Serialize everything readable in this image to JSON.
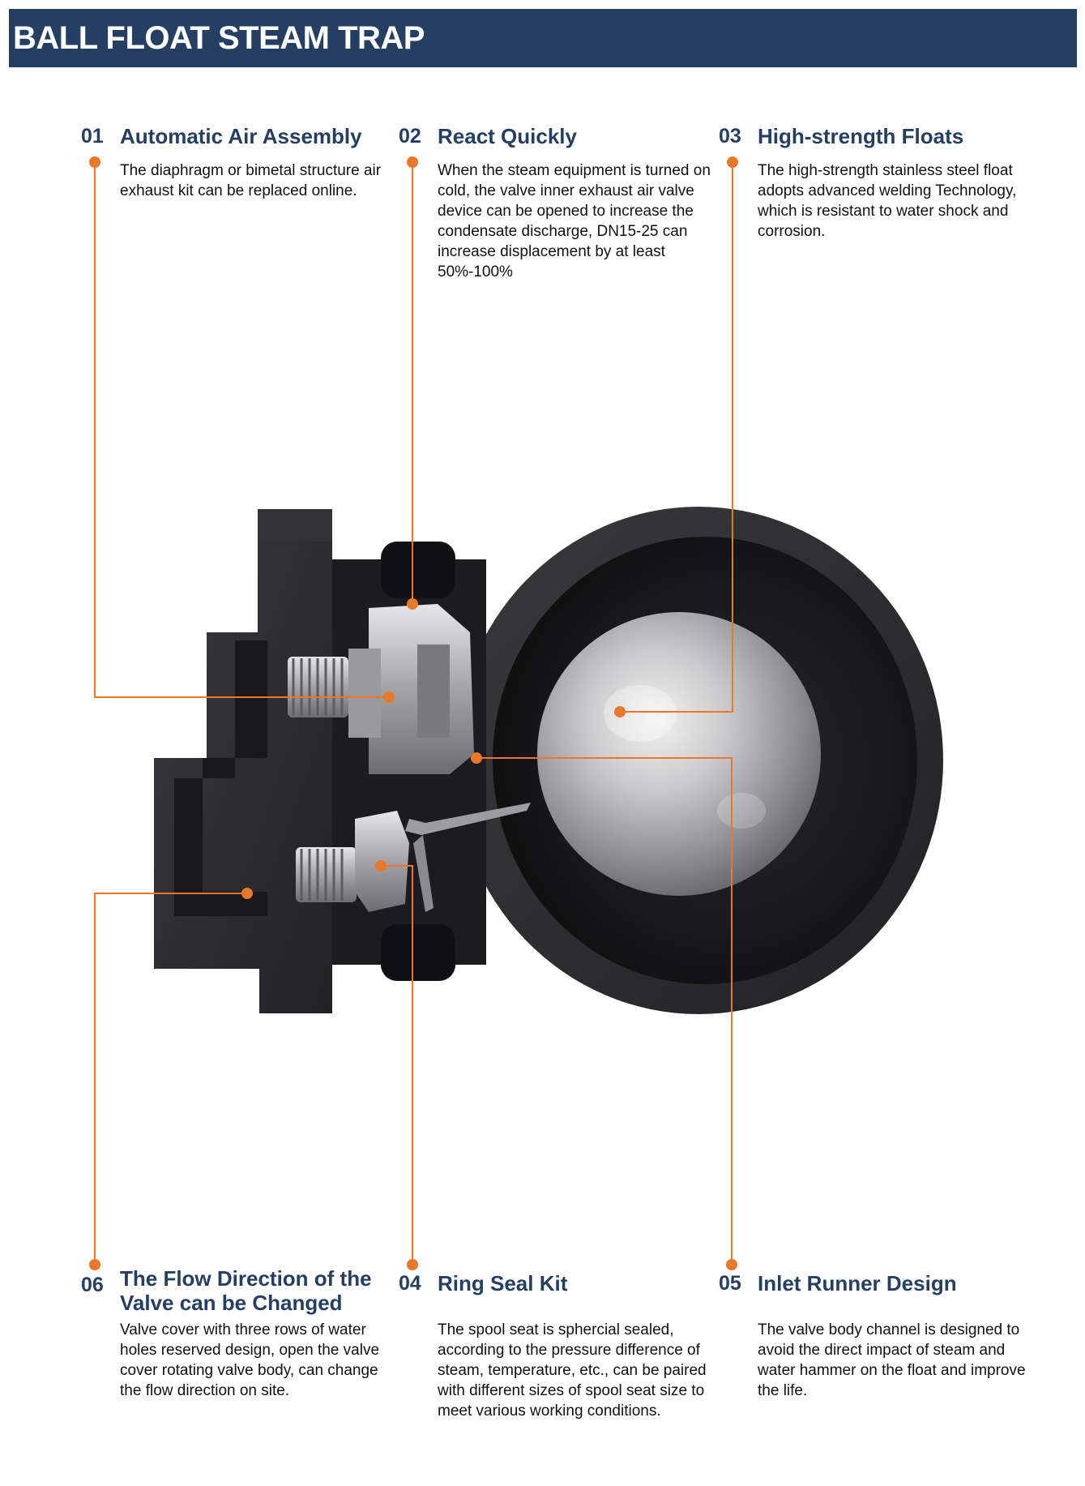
{
  "header": {
    "title": "BALL FLOAT STEAM TRAP"
  },
  "features": [
    {
      "num": "01",
      "title": "Automatic Air Assembly",
      "desc": "The diaphragm or bimetal structure air exhaust kit can be replaced online."
    },
    {
      "num": "02",
      "title": "React Quickly",
      "desc": "When the steam equipment is turned on cold, the valve inner exhaust air valve device can be opened to increase the condensate discharge, DN15-25 can increase displacement by at least 50%-100%"
    },
    {
      "num": "03",
      "title": "High-strength Floats",
      "desc": "The high-strength stainless steel float adopts advanced welding Technology, which is resistant to water shock and corrosion."
    },
    {
      "num": "06",
      "title": "The Flow Direction of the Valve can be Changed",
      "desc": "Valve cover with three rows of water holes reserved design, open the valve cover rotating valve body, can change the flow direction on site."
    },
    {
      "num": "04",
      "title": "Ring Seal Kit",
      "desc": "The spool seat is sphercial sealed, according to the pressure difference of steam, temperature, etc., can be paired with different sizes of spool seat size to meet various working conditions."
    },
    {
      "num": "05",
      "title": "Inlet Runner Design",
      "desc": "The valve body channel is designed to avoid the direct impact of steam and water hammer on the float and improve the life."
    }
  ],
  "colors": {
    "header_bg": "#253f63",
    "title_text": "#253f63",
    "leader_line": "#e9782a",
    "body_dark": "#2c2c2e",
    "float_steel": "#b9b9bb"
  }
}
